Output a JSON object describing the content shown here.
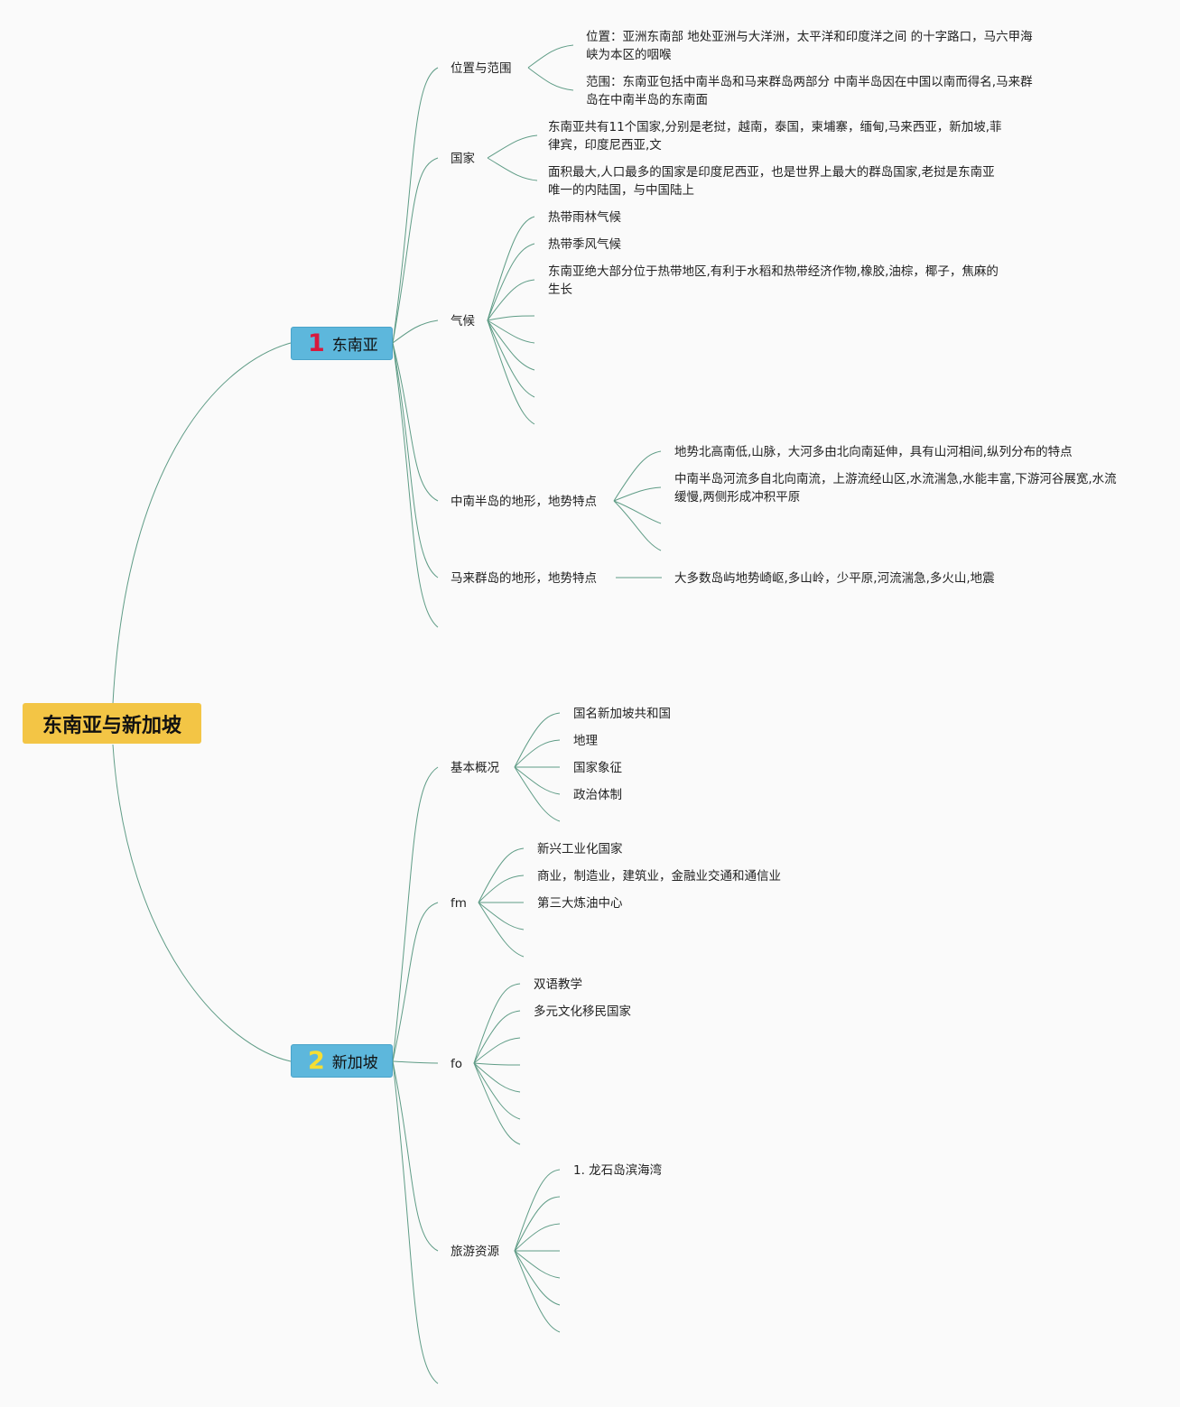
{
  "root": {
    "title": "东南亚与新加坡"
  },
  "branch1": {
    "number": "1",
    "title": "东南亚",
    "location": {
      "title": "位置与范围",
      "position": "位置：亚洲东南部 地处亚洲与大洋洲，太平洋和印度洋之间 的十字路口，马六甲海峡为本区的咽喉",
      "scope": "范围：东南亚包括中南半岛和马来群岛两部分 中南半岛因在中国以南而得名,马来群岛在中南半岛的东南面"
    },
    "countries": {
      "title": "国家",
      "list": "东南亚共有11个国家,分别是老挝，越南，泰国，柬埔寨，缅甸,马来西亚，新加坡,菲律宾，印度尼西亚,文",
      "largest": "面积最大,人口最多的国家是印度尼西亚，也是世界上最大的群岛国家,老挝是东南亚唯一的内陆国，与中国陆上"
    },
    "climate": {
      "title": "气候",
      "items": [
        "热带雨林气候",
        "热带季风气候",
        "东南亚绝大部分位于热带地区,有利于水稻和热带经济作物,橡胶,油棕，椰子，焦麻的生长"
      ]
    },
    "indochina": {
      "title": "中南半岛的地形，地势特点",
      "items": [
        "地势北高南低,山脉，大河多由北向南延伸，具有山河相间,纵列分布的特点",
        "中南半岛河流多自北向南流，上游流经山区,水流湍急,水能丰富,下游河谷展宽,水流缓慢,两侧形成冲积平原"
      ]
    },
    "malay": {
      "title": "马来群岛的地形，地势特点",
      "item": "大多数岛屿地势崎岖,多山岭，少平原,河流湍急,多火山,地震"
    }
  },
  "branch2": {
    "number": "2",
    "title": "新加坡",
    "basics": {
      "title": "基本概况",
      "items": [
        "国名新加坡共和国",
        "地理",
        "国家象征",
        "政治体制"
      ]
    },
    "fm": {
      "title": "fm",
      "items": [
        "新兴工业化国家",
        "商业，制造业，建筑业，金融业交通和通信业",
        "第三大炼油中心"
      ]
    },
    "fo": {
      "title": "fo",
      "items": [
        "双语教学",
        "多元文化移民国家"
      ]
    },
    "tourism": {
      "title": "旅游资源",
      "items": [
        "1. 龙石岛滨海湾"
      ]
    }
  }
}
